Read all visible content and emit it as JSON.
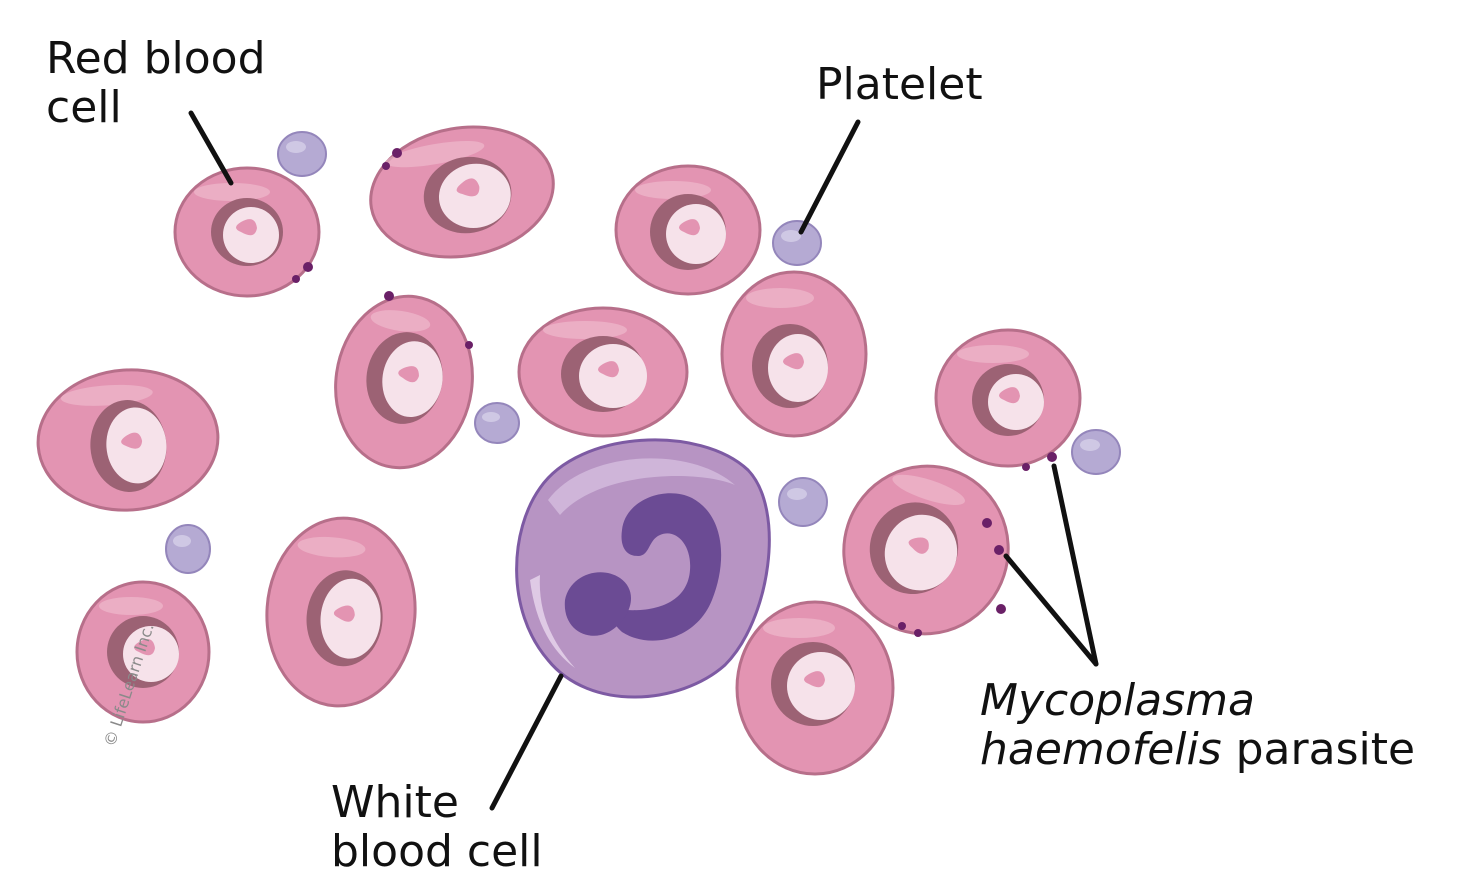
{
  "labels": {
    "red_blood_cell": [
      "Red blood",
      "cell"
    ],
    "platelet": "Platelet",
    "white_blood_cell": [
      "White",
      "blood cell"
    ],
    "parasite": {
      "line1": "Mycoplasma",
      "line2_italic": "haemofelis",
      "line2_rest": " parasite"
    }
  },
  "copyright": "© LifeLearn Inc.",
  "colors": {
    "rbc_fill": "#e394b2",
    "rbc_edge": "#b76f8a",
    "rbc_ring": "#9c6274",
    "rbc_center": "#f6e2ea",
    "platelet_fill": "#b5aad3",
    "platelet_edge": "#9486bb",
    "wbc_fill": "#b794c3",
    "wbc_edge": "#7d5aa3",
    "wbc_nucleus": "#6b4b94",
    "parasite_dot": "#6a2067",
    "leader_line": "#111111"
  }
}
